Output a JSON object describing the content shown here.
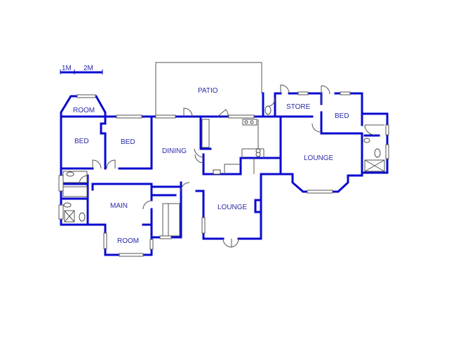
{
  "scale": {
    "label_1": "1M",
    "label_2": "2M"
  },
  "rooms": {
    "patio": "PATIO",
    "room_top": "ROOM",
    "store": "STORE",
    "bed_right": "BED",
    "bed_left": "BED",
    "bed_mid": "BED",
    "dining": "DINING",
    "lounge_right": "LOUNGE",
    "main": "MAIN",
    "lounge_center": "LOUNGE",
    "room_bottom": "ROOM"
  },
  "colors": {
    "wall": "#0a0ad0",
    "thin_line": "#555555",
    "fixture": "#444444",
    "label": "#2a2aa8"
  }
}
